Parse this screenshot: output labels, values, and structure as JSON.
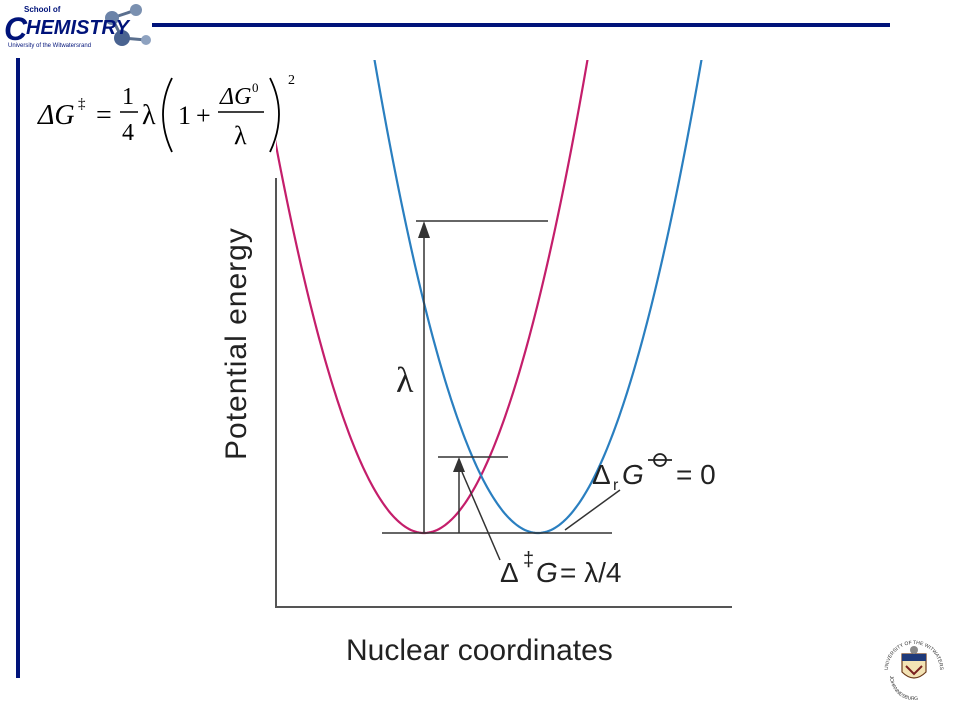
{
  "header": {
    "logo": {
      "school_of": "School of",
      "chemistry": "HEMISTRY",
      "chemistry_initial": "C",
      "university": "University of the Witwatersrand"
    },
    "accent_color": "#00137a"
  },
  "equation": {
    "lhs": "ΔG",
    "dagger": "‡",
    "equals": "=",
    "frac_num": "1",
    "frac_den": "4",
    "lambda": "λ",
    "one": "1",
    "plus": "+",
    "inner_num": "ΔG",
    "inner_sup": "0",
    "inner_den": "λ",
    "exponent": "2"
  },
  "diagram": {
    "y_axis_label": "Potential energy",
    "x_axis_label": "Nuclear coordinates",
    "lambda_label": "λ",
    "delta_r_g": {
      "delta": "Δ",
      "sub": "r",
      "g": "G",
      "equals_zero": "= 0"
    },
    "activation": {
      "delta": "Δ",
      "dagger": "‡",
      "g": "G",
      "rhs": "= λ/4"
    },
    "reactant_curve_color": "#c41e6b",
    "product_curve_color": "#2a7fc0"
  },
  "footer": {
    "crest_text_top": "UNIVERSITY OF THE WITWATERSRAND",
    "crest_text_bottom": "JOHANNESBURG"
  }
}
